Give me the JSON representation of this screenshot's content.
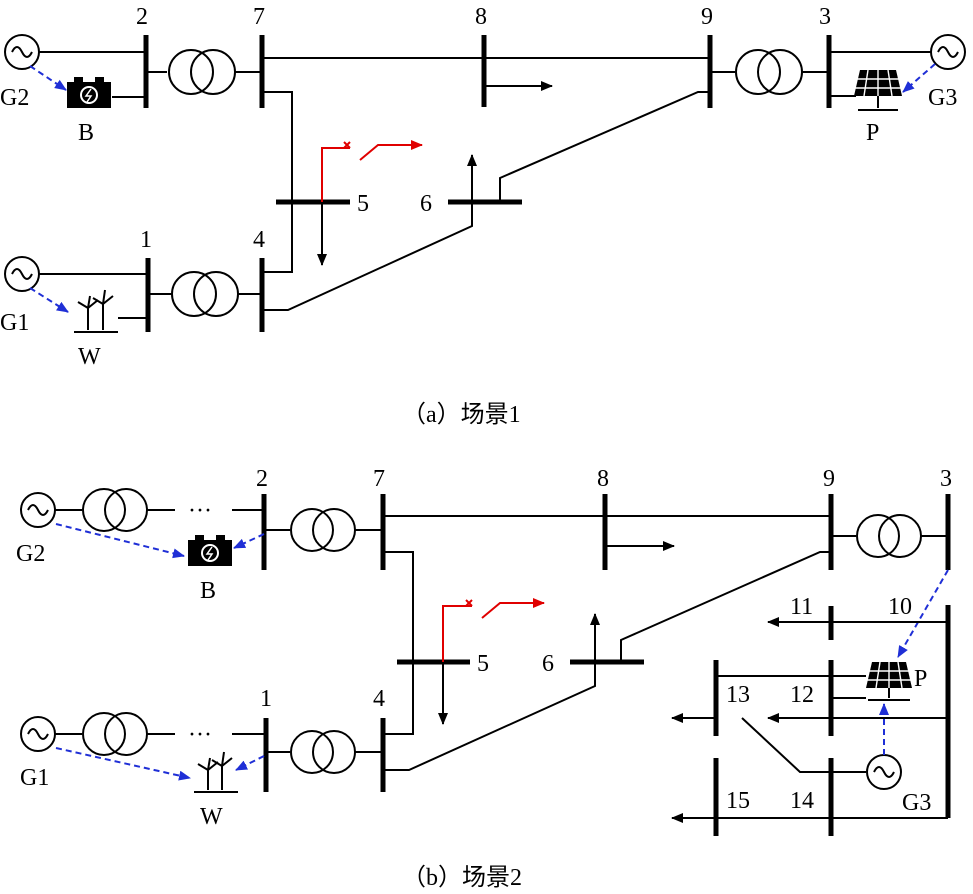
{
  "scene_a": {
    "caption": "（a）场景1",
    "buses": [
      "1",
      "2",
      "3",
      "4",
      "5",
      "6",
      "7",
      "8",
      "9"
    ],
    "generators": [
      "G1",
      "G2",
      "G3"
    ],
    "units": [
      "W",
      "B",
      "P"
    ]
  },
  "scene_b": {
    "caption": "（b）场景2",
    "buses": [
      "1",
      "2",
      "3",
      "4",
      "5",
      "6",
      "7",
      "8",
      "9",
      "10",
      "11",
      "12",
      "13",
      "14",
      "15"
    ],
    "generators": [
      "G1",
      "G2",
      "G3"
    ],
    "units": [
      "W",
      "B",
      "P"
    ],
    "ellipsis": "···"
  },
  "colors": {
    "fault": "#e00000",
    "control_link": "#1f2fd6",
    "line": "#000000"
  },
  "icons": [
    "generator-icon",
    "transformer-icon",
    "battery-icon",
    "wind-turbine-icon",
    "solar-panel-icon",
    "load-arrow-icon",
    "fault-symbol-icon"
  ]
}
